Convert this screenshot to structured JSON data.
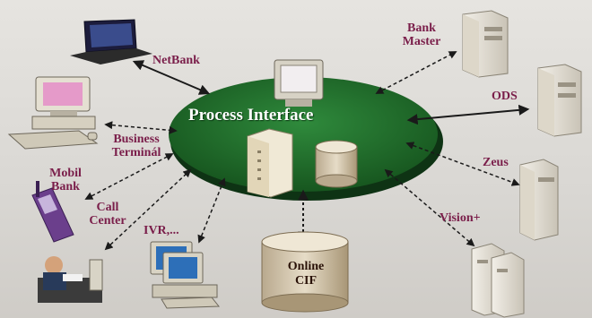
{
  "hub": {
    "title": "Process Interface"
  },
  "nodes": {
    "netbank": "NetBank",
    "bank_master_1": "Bank",
    "bank_master_2": "Master",
    "ods": "ODS",
    "business_1": "Business",
    "business_2": "Terminál",
    "mobil_bank_1": "Mobil",
    "mobil_bank_2": "Bank",
    "zeus": "Zeus",
    "call_center_1": "Call",
    "call_center_2": "Center",
    "ivr": "IVR,...",
    "vision": "Vision+",
    "online_cif_1": "Online",
    "online_cif_2": "CIF"
  },
  "colors": {
    "hub_green": "#1f6b2c",
    "label_purple": "#7a1e4a",
    "arrow": "#1a1a1a"
  }
}
